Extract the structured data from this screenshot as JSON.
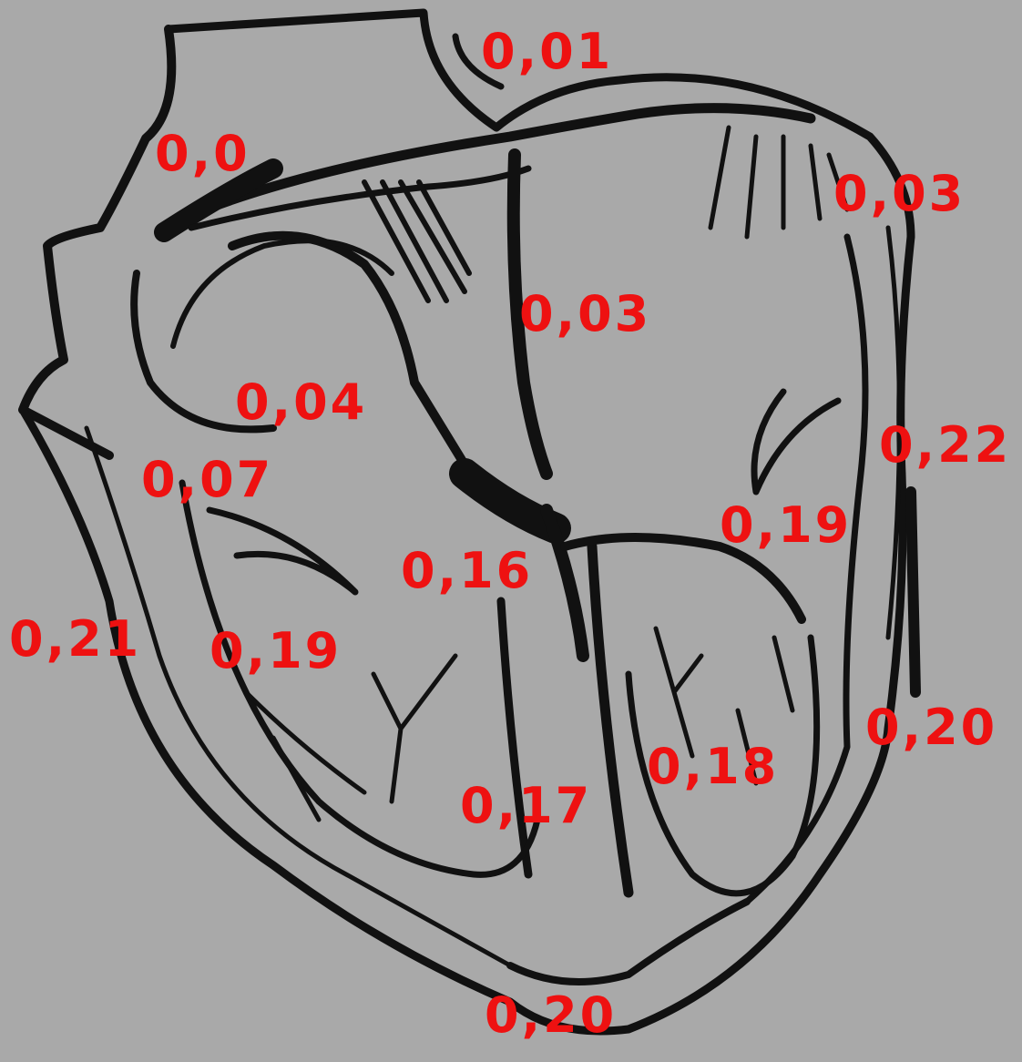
{
  "colors": {
    "background": "#a9a9a9",
    "ink": "#111111",
    "tissue": "#a9a9a9",
    "label": "#ee1111"
  },
  "labels": [
    {
      "text": "0,01"
    },
    {
      "text": "0,0"
    },
    {
      "text": "0,03"
    },
    {
      "text": "0,03"
    },
    {
      "text": "0,04"
    },
    {
      "text": "0,22"
    },
    {
      "text": "0,07"
    },
    {
      "text": "0,19"
    },
    {
      "text": "0,16"
    },
    {
      "text": "0,21"
    },
    {
      "text": "0,19"
    },
    {
      "text": "0,20"
    },
    {
      "text": "0,18"
    },
    {
      "text": "0,17"
    },
    {
      "text": "0,20"
    }
  ]
}
